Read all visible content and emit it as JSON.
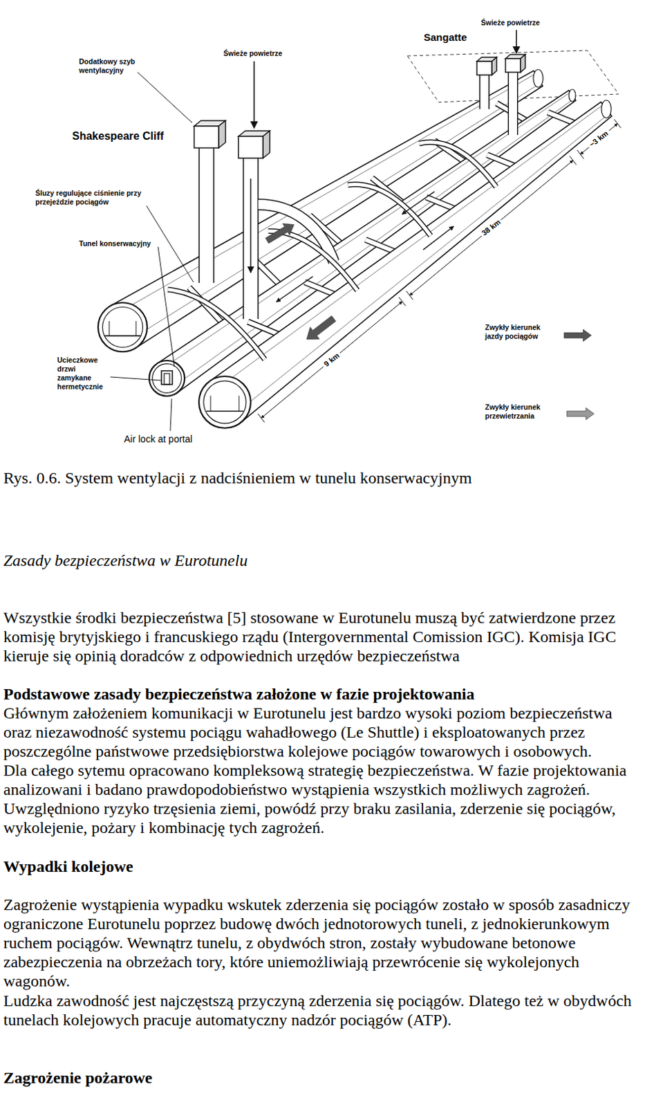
{
  "diagram": {
    "caption": "Rys. 0.6. System wentylacji z nadciśnieniem w tunelu konserwacyjnym",
    "labels": [
      "Świeże powietrze",
      "Sangatte",
      "Dodatkowy szyb wentylacyjny",
      "Świeże powietrze",
      "Shakespeare Cliff",
      "~3 km",
      "Śluzy regulujące ciśnienie przy przejeździe pociągów",
      "38 km",
      "Tunel konserwacyjny",
      "9 km",
      "Ucieczkowe drzwi zamykane hermetycznie",
      "Air lock at portal",
      "Zasady bezpieczeństwa w Eurotunelu",
      "Wszystkie środki bezpieczeństwa [5] stosowane w Eurotunelu muszą być zatwierdzone przez komisję brytyjskiego i francuskiego rządu (Intergovernmental Comission IGC). Komisja IGC kieruje się opinią doradców z odpowiednich urzędów bezpieczeństwa",
      "Podstawowe zasady bezpieczeństwa założone w fazie projektowania",
      "Głównym założeniem komunikacji w Eurotunelu jest bardzo wysoki poziom bezpieczeństwa oraz niezawodność systemu pociągu wahadłowego (Le Shuttle) i eksploatowanych przez poszczególne państwowe przedsiębiorstwa kolejowe pociągów towarowych i osobowych.",
      "Dla całego sytemu opracowano kompleksową strategię bezpieczeństwa. W fazie projektowania analizowani i badano prawdopodobieństwo wystąpienia wszystkich możliwych zagrożeń. Uwzględniono ryzyko trzęsienia ziemi, powódź przy braku zasilania, zderzenie się pociągów, wykolejenie, pożary i kombinację tych zagrożeń.",
      "Wypadki kolejowe",
      "Zagrożenie wystąpienia wypadku wskutek zderzenia się pociągów zostało w sposób zasadniczy ograniczone Eurotunelu poprzez budowę dwóch jednotorowych tuneli, z jednokierunkowym ruchem pociągów. Wewnątrz tunelu, z obydwóch stron, zostały wybudowane betonowe zabezpieczenia na obrzeżach tory, które uniemożliwiają przewrócenie się wykolejonych wagonów.",
      "Ludzka zawodność jest najczęstszą przyczyną zderzenia się pociągów. Dlatego też w obydwóch tunelach kolejowych pracuje automatyczny nadzór pociągów (ATP).",
      "Zagrożenie pożarowe"
    ],
    "legend": [
      {
        "text": "Zwykły kierunek jazdy pociągów"
      },
      {
        "text": "Zwykły kierunek przewietrzania"
      }
    ]
  }
}
